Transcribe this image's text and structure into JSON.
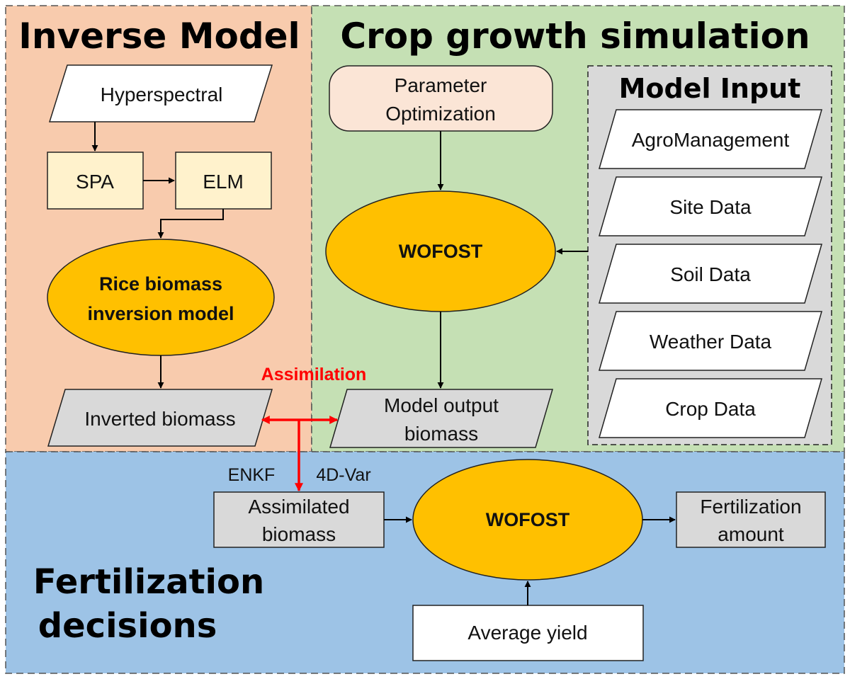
{
  "panels": {
    "inverse_model": {
      "title": "Inverse Model",
      "color": "#F8CBAD"
    },
    "crop_growth": {
      "title": "Crop growth simulation",
      "color": "#C5E0B4"
    },
    "model_input": {
      "title": "Model Input",
      "color": "#D9D9D9"
    },
    "fertilization": {
      "title_line1": "Fertilization",
      "title_line2": "decisions",
      "color": "#9DC3E6"
    }
  },
  "nodes": {
    "hyperspectral": "Hyperspectral",
    "spa": "SPA",
    "elm": "ELM",
    "rice_model_line1": "Rice biomass",
    "rice_model_line2": "inversion model",
    "inverted_biomass": "Inverted biomass",
    "param_opt_line1": "Parameter",
    "param_opt_line2": "Optimization",
    "wofost_top": "WOFOST",
    "model_output_line1": "Model output",
    "model_output_line2": "biomass",
    "assimilated_line1": "Assimilated",
    "assimilated_line2": "biomass",
    "wofost_bottom": "WOFOST",
    "fert_amount_line1": "Fertilization",
    "fert_amount_line2": "amount",
    "average_yield": "Average yield"
  },
  "model_inputs": [
    "AgroManagement",
    "Site Data",
    "Soil Data",
    "Weather Data",
    "Crop Data"
  ],
  "labels": {
    "assimilation": "Assimilation",
    "enkf": "ENKF",
    "fourdvar": "4D-Var"
  },
  "colors": {
    "ellipse": "#FFC000",
    "light_yellow": "#FFF2CC",
    "light_peach": "#FBE5D6",
    "gray_box": "#D9D9D9",
    "assimilation_red": "#FF0000"
  }
}
